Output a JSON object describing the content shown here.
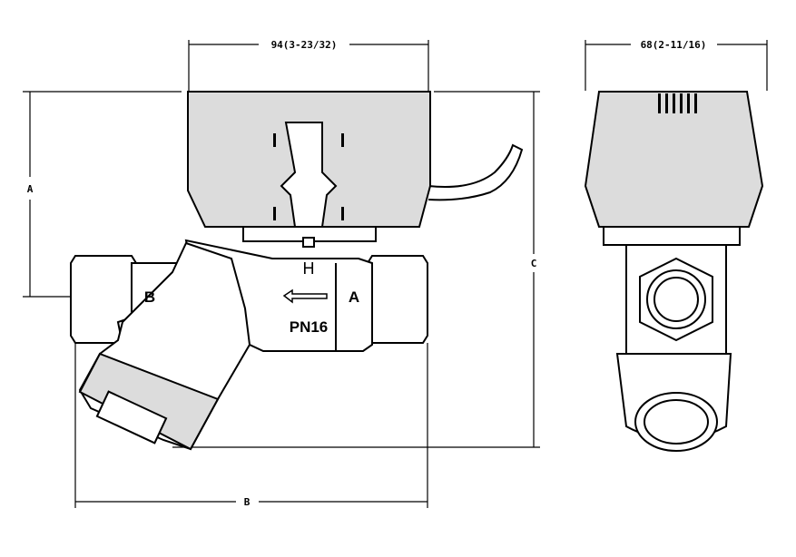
{
  "dimensions": {
    "top_width_front": "94(3-23/32)",
    "top_width_side": "68(2-11/16)",
    "height_a": "A",
    "height_c": "C",
    "length_b": "B"
  },
  "body_markings": {
    "port_b": "B",
    "port_a": "A",
    "pressure_rating": "PN16",
    "stem_letter": "H"
  },
  "colors": {
    "actuator": "#dcdcdc",
    "line": "#000000"
  }
}
